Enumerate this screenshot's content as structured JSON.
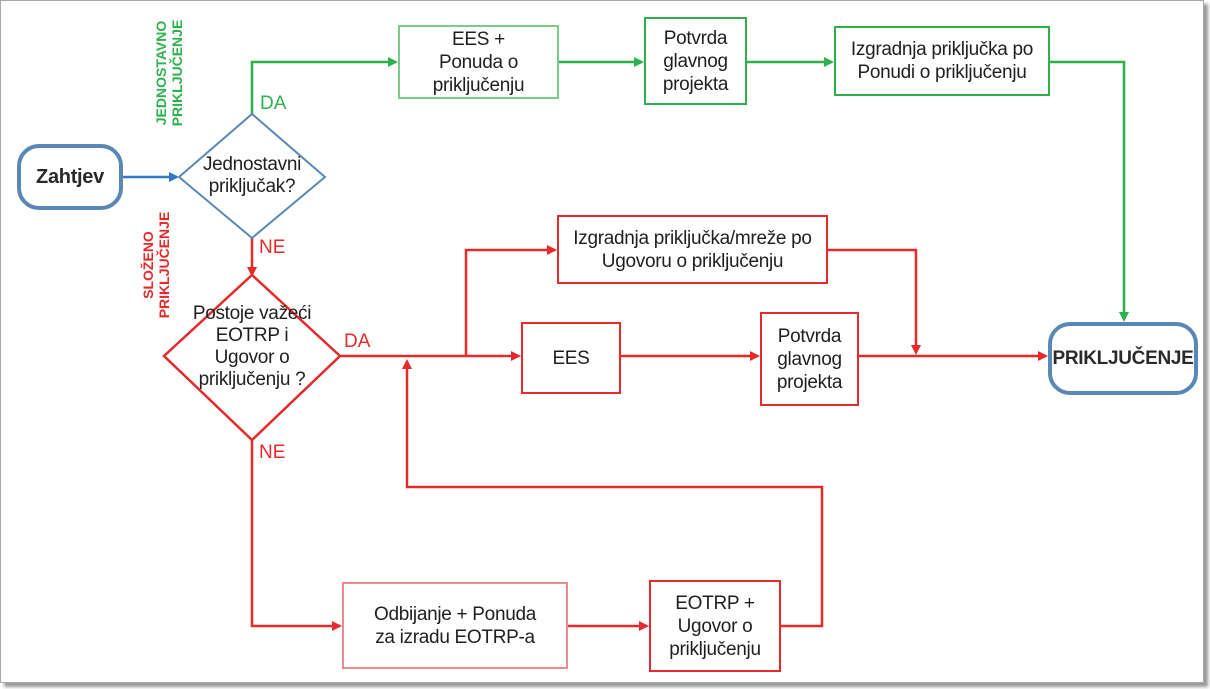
{
  "colors": {
    "green": "#2fb04e",
    "green_light": "#7ccb8c",
    "red": "#e42a2a",
    "red_light": "#ee8a8a",
    "blue": "#2f78c8",
    "terminal_border": "#5a86b8"
  },
  "nodes": {
    "start": "Zahtjev",
    "decision_simple": "Jednostavni priključak?",
    "decision_valid": "Postoje važeći EOTRP i Ugovor o priključenju ?",
    "ees_offer": "EES + Ponuda o priključenju",
    "confirm_green": "Potvrda glavnog projekta",
    "build_offer": "Izgradnja priključka po Ponudi o priključenju",
    "build_contract": "Izgradnja priključka/mreže po Ugovoru o priključenju",
    "ees": "EES",
    "confirm_red": "Potvrda glavnog projekta",
    "reject_offer": "Odbijanje + Ponuda za izradu EOTRP-a",
    "eotrp_contract": "EOTRP + Ugovor o priključenju",
    "end": "PRIKLJUČENJE"
  },
  "labels": {
    "da_simple": "DA",
    "ne_simple": "NE",
    "da_valid": "DA",
    "ne_valid": "NE"
  },
  "side_labels": {
    "simple_line1": "JEDNOSTAVNO",
    "simple_line2": "PRIKLJUČENJE",
    "complex_line1": "SLOŽENO",
    "complex_line2": "PRIKLJUČENJE"
  }
}
